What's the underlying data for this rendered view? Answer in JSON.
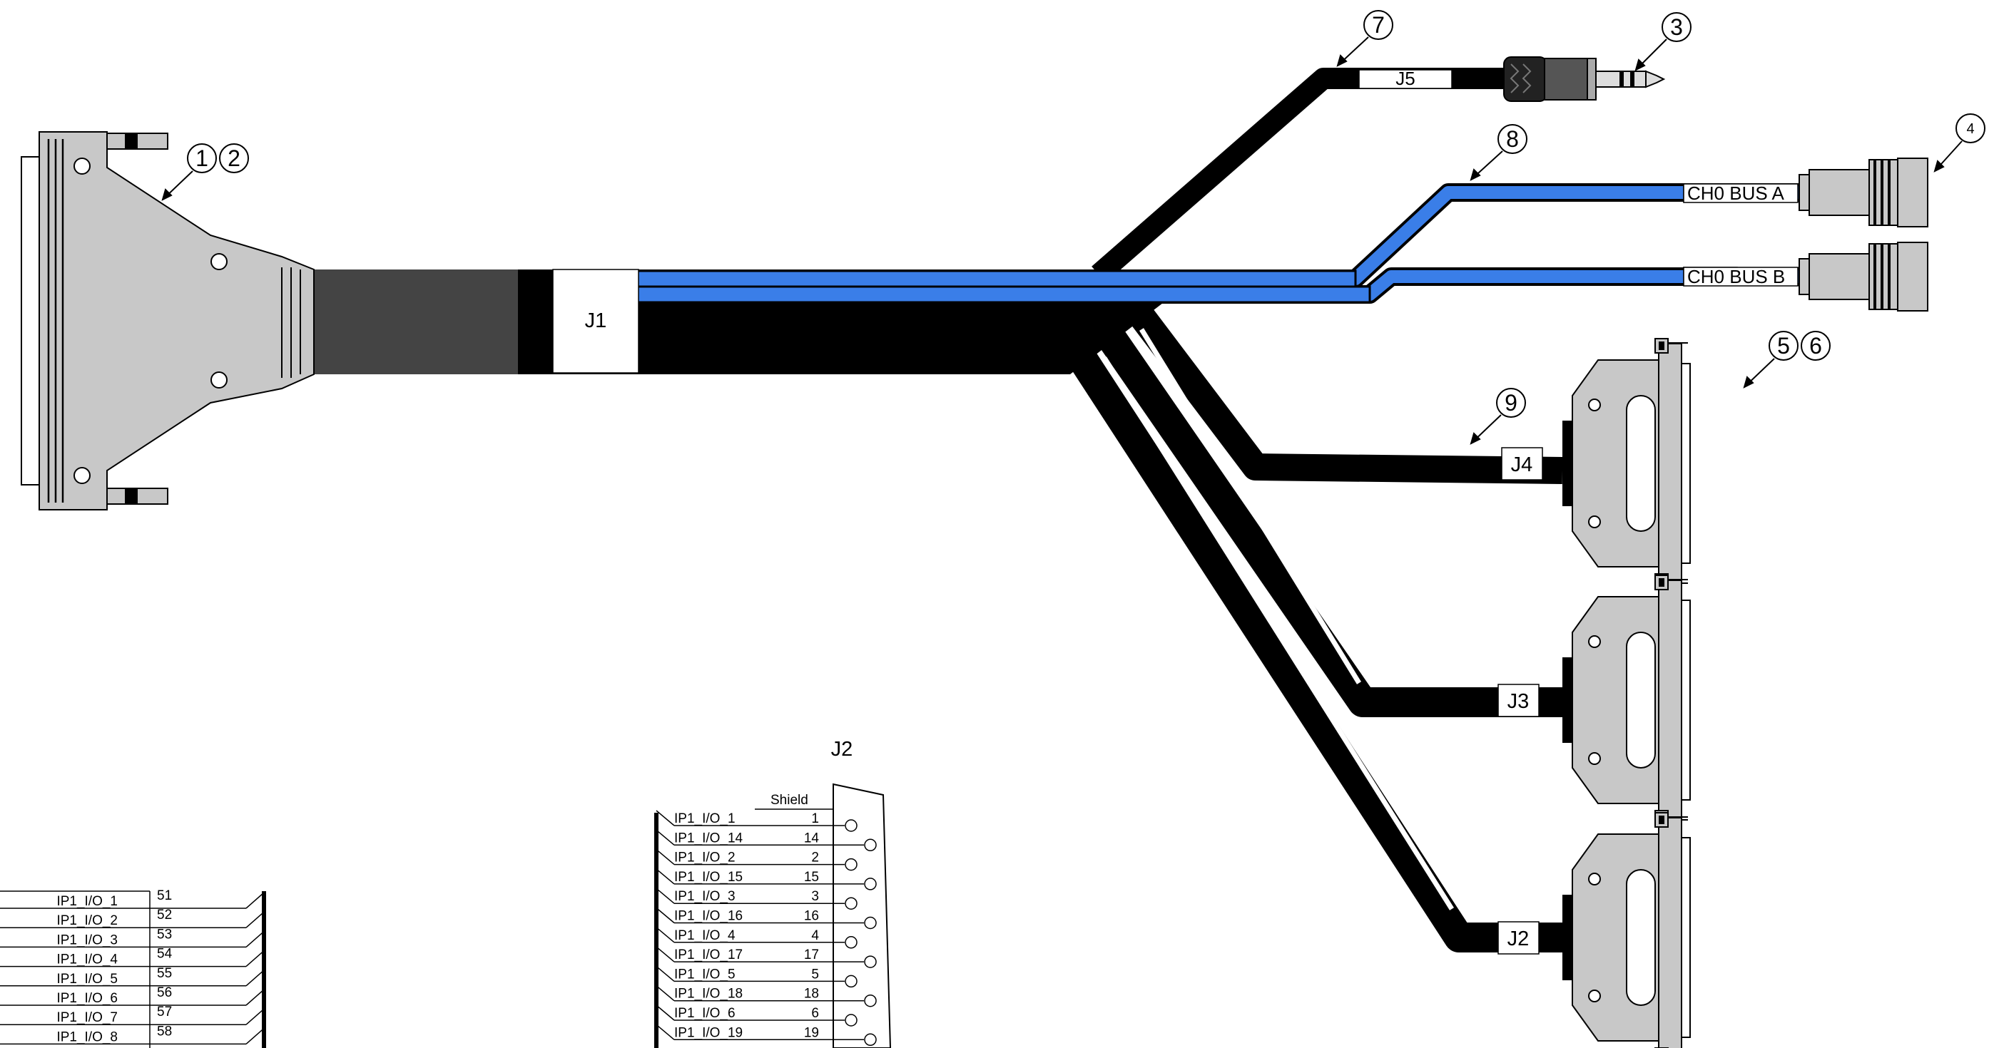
{
  "colors": {
    "cable_black": "#000000",
    "cable_blue": "#3a7ee8",
    "boot_gray": "#444444",
    "connector_gray": "#c8c8c8",
    "connector_edge": "#888888"
  },
  "cable_labels": {
    "j1": "J1",
    "j2": "J2",
    "j3": "J3",
    "j4": "J4",
    "j5": "J5",
    "bus_a": "CH0 BUS A",
    "bus_b": "CH0 BUS B"
  },
  "callouts": [
    "1",
    "2",
    "3",
    "4",
    "5",
    "6",
    "7",
    "8",
    "9"
  ],
  "pinout_j2": {
    "title": "J2",
    "shield_label": "Shield",
    "rows": [
      {
        "signal": "IP1_I/O_1",
        "pin": "1"
      },
      {
        "signal": "IP1_I/O_14",
        "pin": "14"
      },
      {
        "signal": "IP1_I/O_2",
        "pin": "2"
      },
      {
        "signal": "IP1_I/O_15",
        "pin": "15"
      },
      {
        "signal": "IP1_I/O_3",
        "pin": "3"
      },
      {
        "signal": "IP1_I/O_16",
        "pin": "16"
      },
      {
        "signal": "IP1_I/O_4",
        "pin": "4"
      },
      {
        "signal": "IP1_I/O_17",
        "pin": "17"
      },
      {
        "signal": "IP1_I/O_5",
        "pin": "5"
      },
      {
        "signal": "IP1_I/O_18",
        "pin": "18"
      },
      {
        "signal": "IP1_I/O_6",
        "pin": "6"
      },
      {
        "signal": "IP1_I/O_19",
        "pin": "19"
      }
    ]
  },
  "pinout_j1": {
    "rows": [
      {
        "signal": "IP1_I/O_1",
        "pin": "51"
      },
      {
        "signal": "IP1_I/O_2",
        "pin": "52"
      },
      {
        "signal": "IP1_I/O_3",
        "pin": "53"
      },
      {
        "signal": "IP1_I/O_4",
        "pin": "54"
      },
      {
        "signal": "IP1_I/O_5",
        "pin": "55"
      },
      {
        "signal": "IP1_I/O_6",
        "pin": "56"
      },
      {
        "signal": "IP1_I/O_7",
        "pin": "57"
      },
      {
        "signal": "IP1_I/O_8",
        "pin": "58"
      }
    ]
  }
}
